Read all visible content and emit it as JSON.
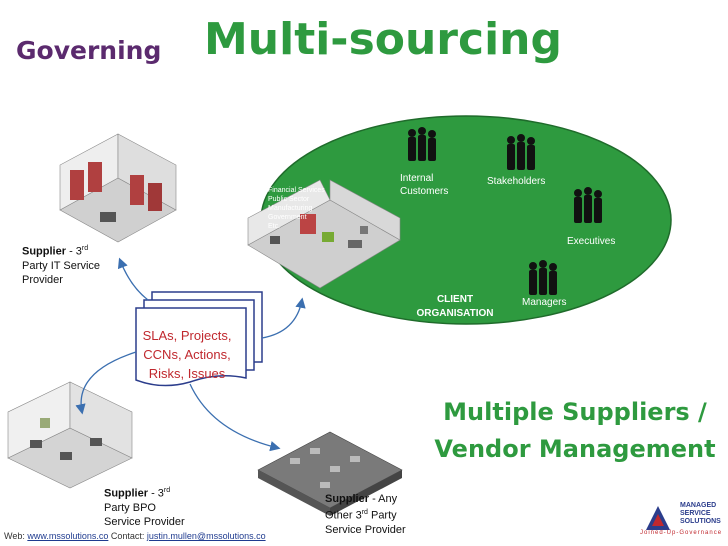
{
  "title": {
    "prefix": "Governing",
    "main": "Multi-sourcing"
  },
  "client": {
    "sectors": [
      "Financial Services",
      "Public Sector",
      "Manufacturing",
      "Government",
      "Etc."
    ],
    "groups": {
      "internal_customers": [
        "Internal",
        "Customers"
      ],
      "stakeholders": "Stakeholders",
      "executives": "Executives",
      "managers": "Managers"
    },
    "label": [
      "CLIENT",
      "ORGANISATION"
    ],
    "color": "#2e9a3f"
  },
  "document": {
    "lines": [
      "SLAs, Projects,",
      "CCNs, Actions,",
      "Risks, Issues"
    ],
    "color": "#c0282e"
  },
  "suppliers": {
    "it": {
      "bold": "Supplier",
      "dash": " - 3",
      "sup": "rd",
      "line2": "Party IT Service",
      "line3": "Provider"
    },
    "bpo": {
      "bold": "Supplier",
      "dash": " - 3",
      "sup": "rd",
      "line2": "Party BPO",
      "line3": "Service Provider"
    },
    "other": {
      "bold": "Supplier",
      "dash": " - Any",
      "line2a": "Other 3",
      "sup": "rd",
      "line2b": " Party",
      "line3": "Service Provider"
    }
  },
  "headline": [
    "Multiple Suppliers /",
    "Vendor Management"
  ],
  "footer": {
    "web_label": "Web: ",
    "web": "www.mssolutions.co",
    "contact_label": "  Contact: ",
    "email": "justin.mullen@mssolutions.co"
  },
  "logo": {
    "lines": [
      "MANAGED",
      "SERVICE",
      "SOLUTIONS"
    ],
    "tagline": "Joined-Up-Governance"
  }
}
